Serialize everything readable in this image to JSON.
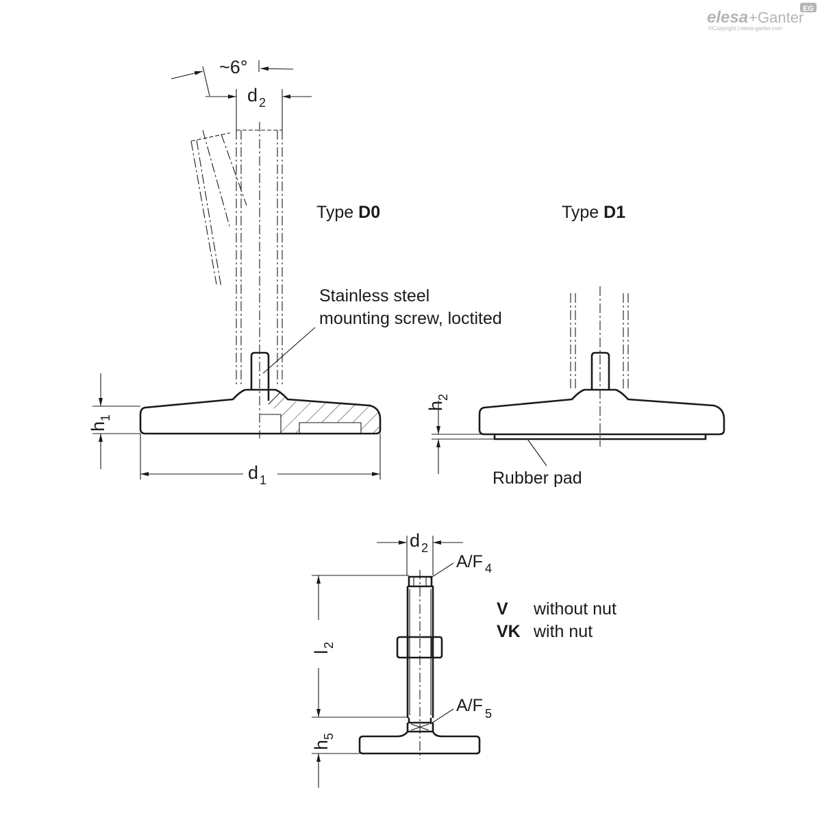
{
  "logo": {
    "brand_left": "elesa",
    "brand_plus": "+",
    "brand_right": "Ganter",
    "badge": "EG",
    "copyright": "©Copyright | elesa-ganter.com"
  },
  "type_d0": {
    "prefix": "Type ",
    "code": "D0"
  },
  "type_d1": {
    "prefix": "Type ",
    "code": "D1"
  },
  "angle_label": "~6°",
  "dimensions": {
    "d2": {
      "main": "d",
      "sub": "2"
    },
    "d1": {
      "main": "d",
      "sub": "1"
    },
    "h1": {
      "main": "h",
      "sub": "1"
    },
    "h2": {
      "main": "h",
      "sub": "2"
    },
    "l2": {
      "main": "l",
      "sub": "2"
    },
    "h5": {
      "main": "h",
      "sub": "5"
    },
    "af4": {
      "main": "A/F",
      "sub": "4"
    },
    "af5": {
      "main": "A/F",
      "sub": "5"
    }
  },
  "annotations": {
    "screw_line1": "Stainless steel",
    "screw_line2": "mounting screw, loctited",
    "rubber_pad": "Rubber pad"
  },
  "legend": [
    {
      "code": "V",
      "text": "without nut"
    },
    {
      "code": "VK",
      "text": "with nut"
    }
  ]
}
